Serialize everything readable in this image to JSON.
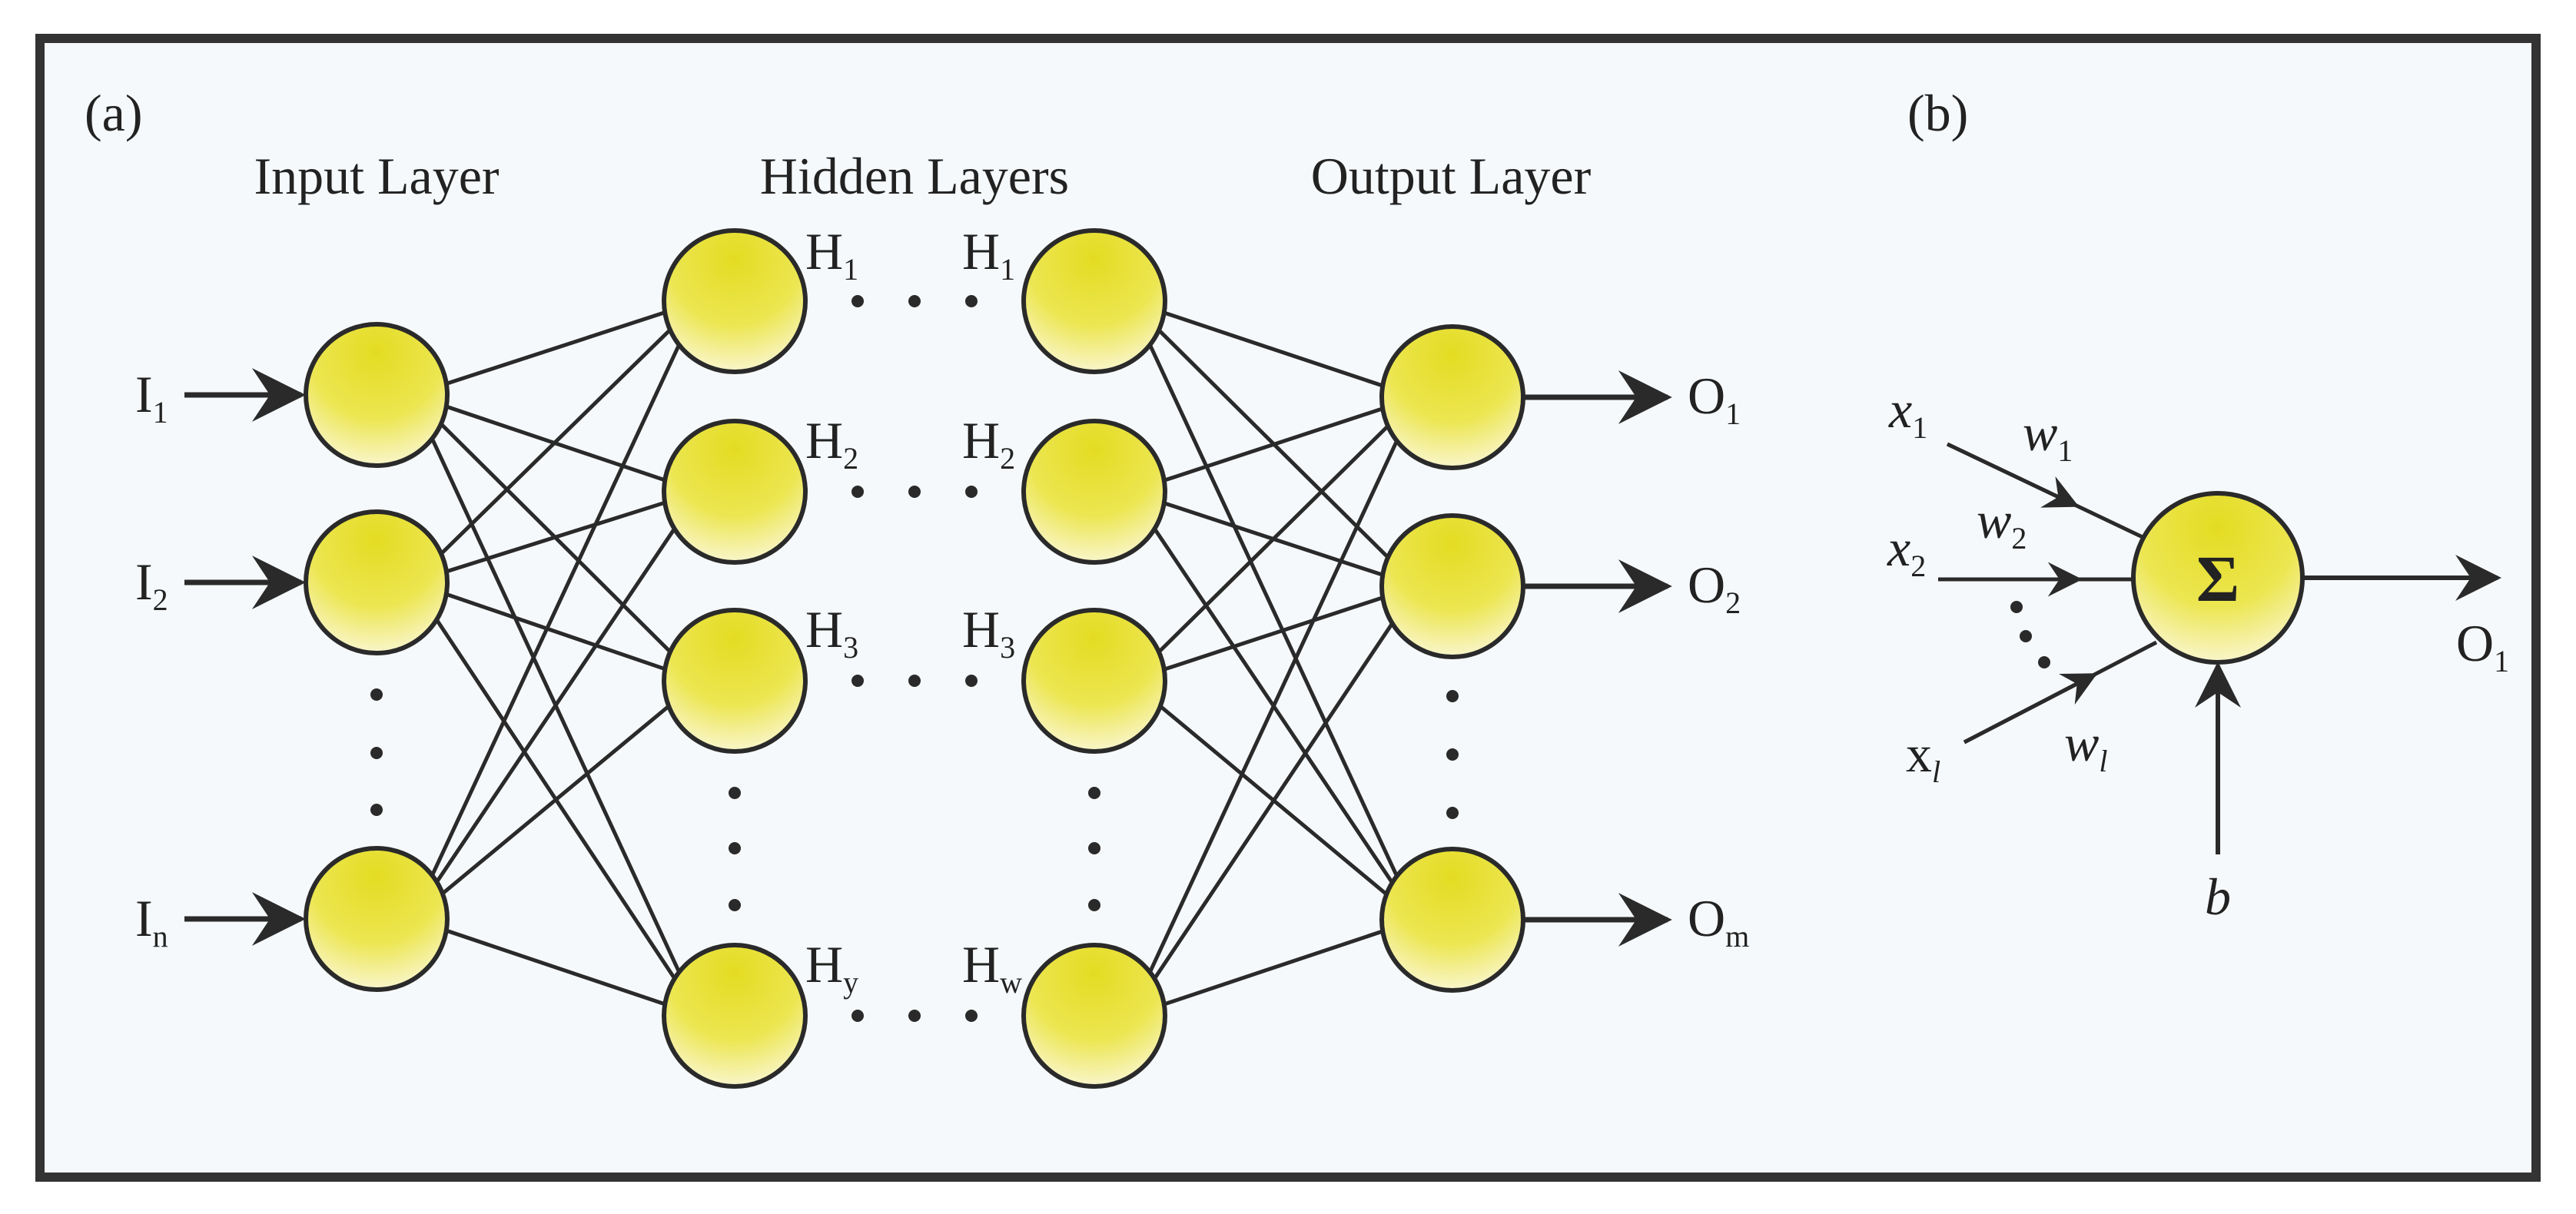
{
  "colors": {
    "background": "#f6f9fb",
    "frame": "#333333",
    "node_top": "#e4dc22",
    "node_bottom": "#fbf8de",
    "stroke": "#2a2a2a"
  },
  "panel_a": {
    "tag": "(a)",
    "input_header": "Input Layer",
    "hidden_header": "Hidden Layers",
    "output_header": "Output Layer",
    "inputs": [
      {
        "base": "I",
        "sub": "1"
      },
      {
        "base": "I",
        "sub": "2"
      },
      {
        "base": "I",
        "sub": "n"
      }
    ],
    "hidden_first": [
      {
        "base": "H",
        "sub": "1"
      },
      {
        "base": "H",
        "sub": "2"
      },
      {
        "base": "H",
        "sub": "3"
      },
      {
        "base": "H",
        "sub": "y"
      }
    ],
    "hidden_last": [
      {
        "base": "H",
        "sub": "1"
      },
      {
        "base": "H",
        "sub": "2"
      },
      {
        "base": "H",
        "sub": "3"
      },
      {
        "base": "H",
        "sub": "w"
      }
    ],
    "outputs": [
      {
        "base": "O",
        "sub": "1"
      },
      {
        "base": "O",
        "sub": "2"
      },
      {
        "base": "O",
        "sub": "m"
      }
    ]
  },
  "panel_b": {
    "tag": "(b)",
    "sum_symbol": "Σ",
    "inputs": [
      {
        "base": "x",
        "sub": "1"
      },
      {
        "base": "x",
        "sub": "2"
      },
      {
        "base": "x",
        "sub": "l"
      }
    ],
    "weights": [
      {
        "base": "w",
        "sub": "1"
      },
      {
        "base": "w",
        "sub": "2"
      },
      {
        "base": "w",
        "sub": "l"
      }
    ],
    "bias": "b",
    "output": {
      "base": "O",
      "sub": "1"
    }
  }
}
